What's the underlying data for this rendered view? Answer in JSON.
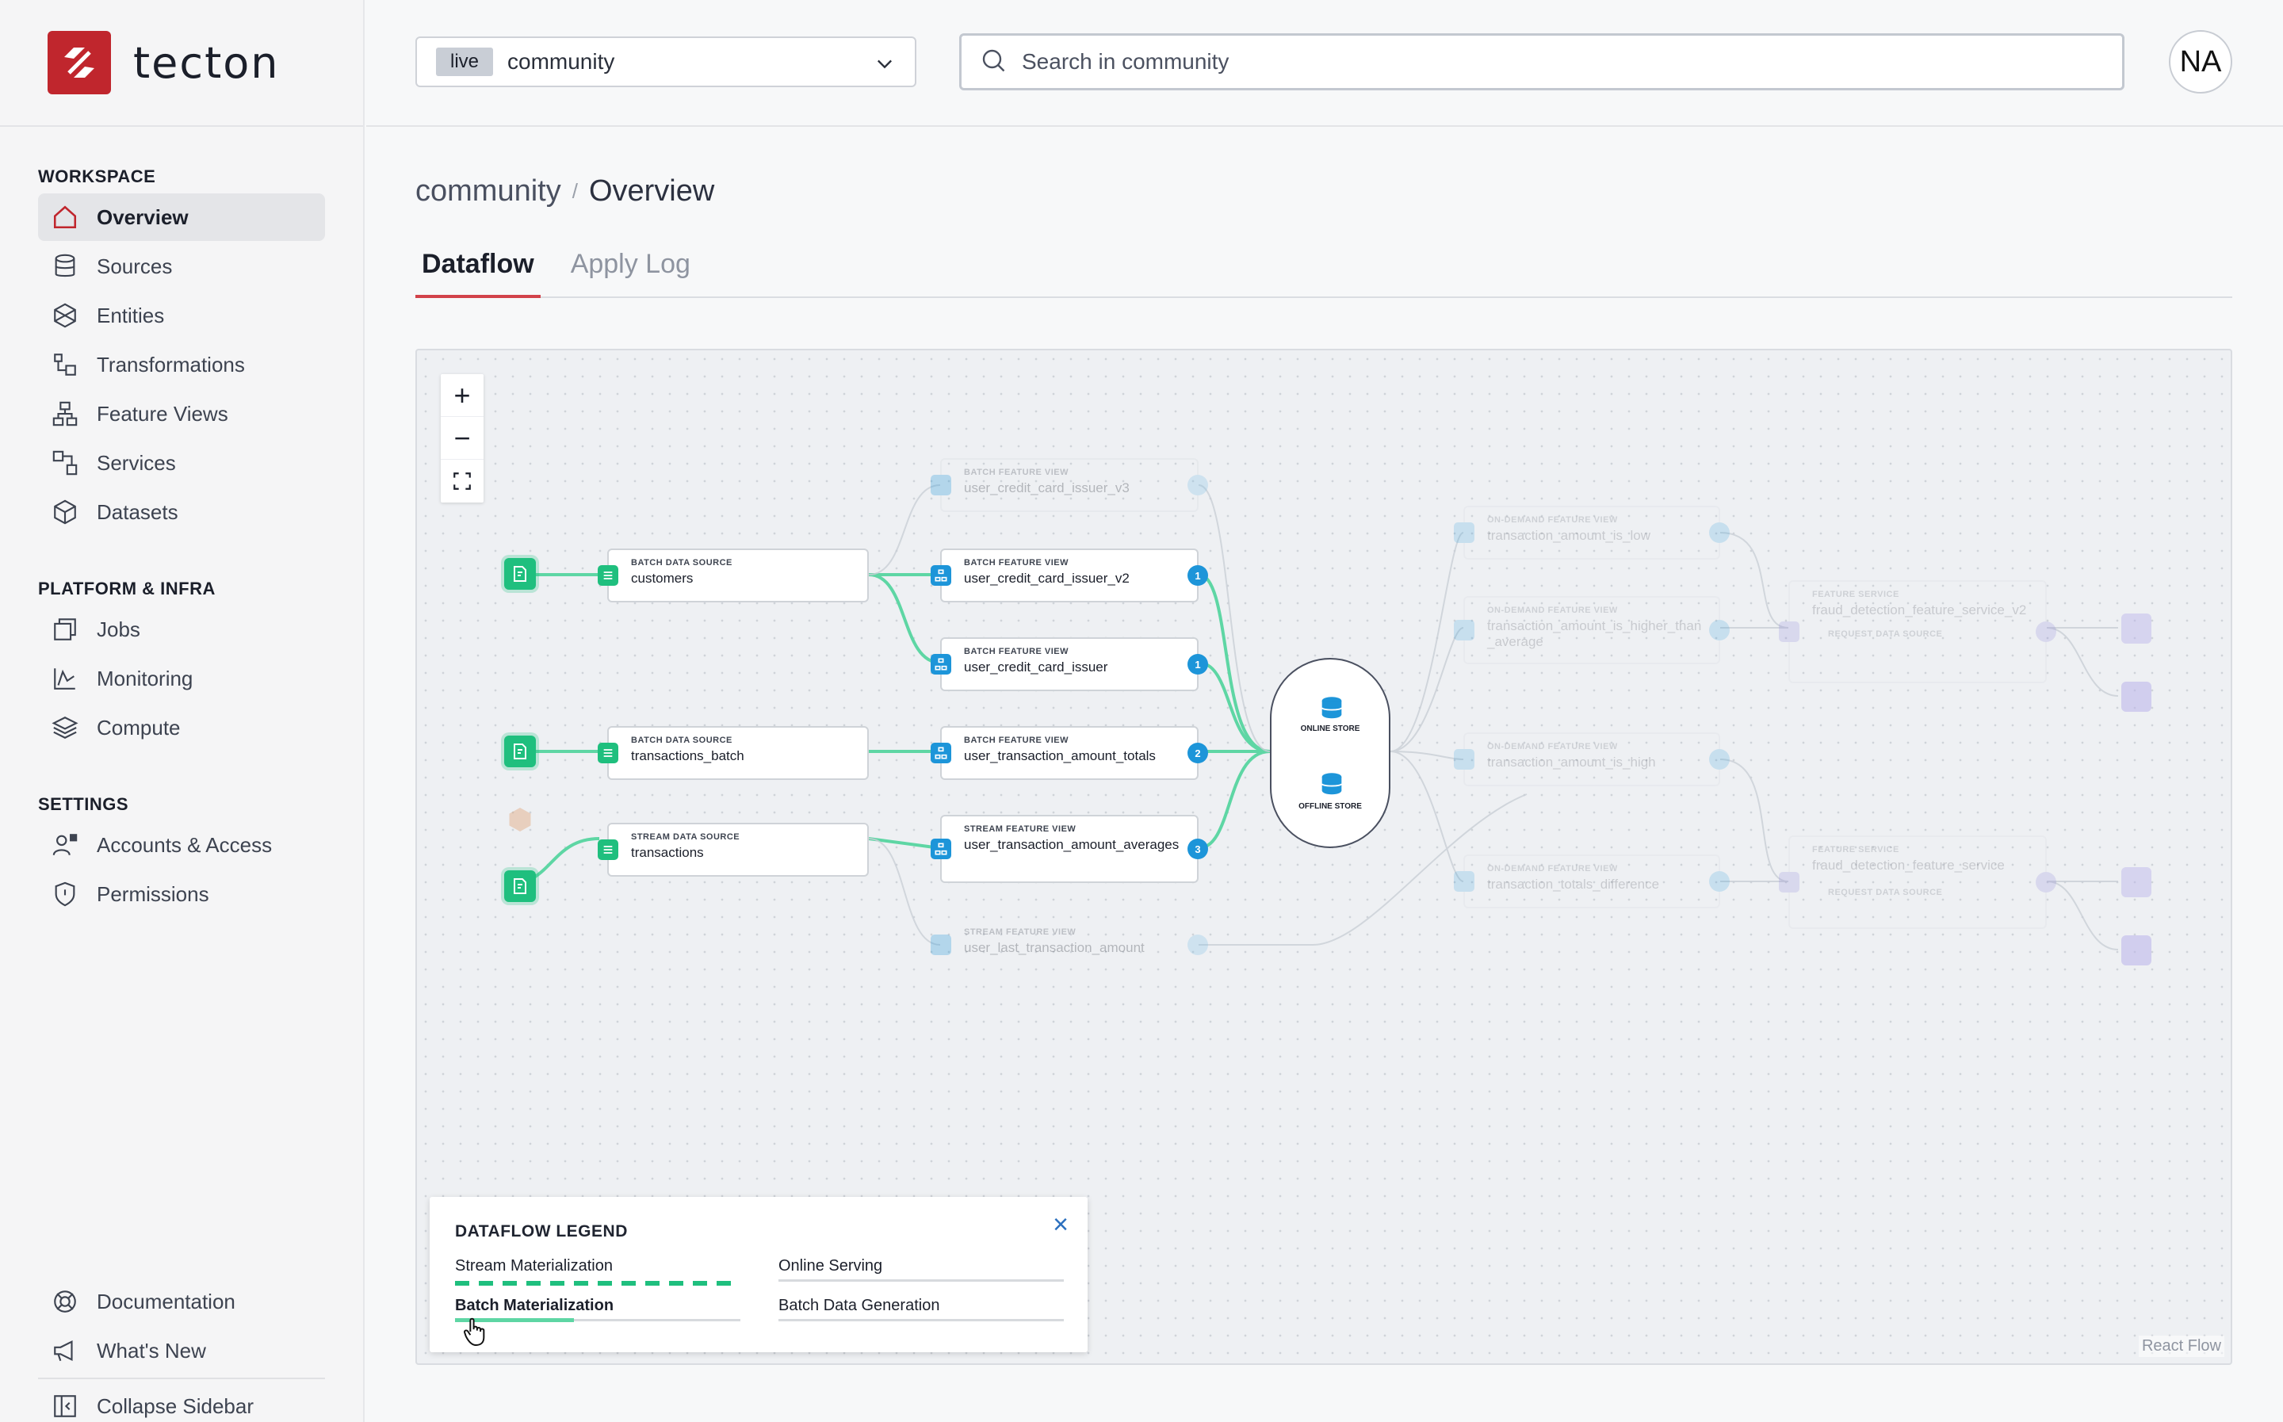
{
  "app": {
    "logo_text": "tecton"
  },
  "header": {
    "workspace_badge": "live",
    "workspace_name": "community",
    "search_placeholder": "Search in community",
    "avatar_initials": "NA"
  },
  "sidebar": {
    "sections": [
      {
        "heading": "WORKSPACE",
        "items": [
          {
            "label": "Overview",
            "icon": "home-icon",
            "active": true
          },
          {
            "label": "Sources",
            "icon": "database-icon"
          },
          {
            "label": "Entities",
            "icon": "entities-icon"
          },
          {
            "label": "Transformations",
            "icon": "transformations-icon"
          },
          {
            "label": "Feature Views",
            "icon": "feature-views-icon"
          },
          {
            "label": "Services",
            "icon": "services-icon"
          },
          {
            "label": "Datasets",
            "icon": "cube-icon"
          }
        ]
      },
      {
        "heading": "PLATFORM & INFRA",
        "items": [
          {
            "label": "Jobs",
            "icon": "jobs-icon"
          },
          {
            "label": "Monitoring",
            "icon": "monitoring-icon"
          },
          {
            "label": "Compute",
            "icon": "layers-icon"
          }
        ]
      },
      {
        "heading": "SETTINGS",
        "items": [
          {
            "label": "Accounts & Access",
            "icon": "user-lock-icon"
          },
          {
            "label": "Permissions",
            "icon": "shield-icon"
          }
        ]
      }
    ],
    "bottom": [
      {
        "label": "Documentation",
        "icon": "lifebuoy-icon"
      },
      {
        "label": "What's New",
        "icon": "megaphone-icon"
      },
      {
        "label": "Collapse Sidebar",
        "icon": "collapse-icon"
      }
    ]
  },
  "main": {
    "breadcrumb_workspace": "community",
    "breadcrumb_page": "Overview",
    "tabs": [
      {
        "label": "Dataflow",
        "active": true
      },
      {
        "label": "Apply Log",
        "active": false
      }
    ]
  },
  "dataflow": {
    "nodes": {
      "ds_customers": {
        "type": "BATCH DATA SOURCE",
        "name": "customers"
      },
      "ds_transactions_batch": {
        "type": "BATCH DATA SOURCE",
        "name": "transactions_batch"
      },
      "ds_transactions": {
        "type": "STREAM DATA SOURCE",
        "name": "transactions"
      },
      "fv_issuer_v3": {
        "type": "BATCH FEATURE VIEW",
        "name": "user_credit_card_issuer_v3"
      },
      "fv_issuer_v2": {
        "type": "BATCH FEATURE VIEW",
        "name": "user_credit_card_issuer_v2",
        "count": "1"
      },
      "fv_issuer": {
        "type": "BATCH FEATURE VIEW",
        "name": "user_credit_card_issuer",
        "count": "1"
      },
      "fv_totals": {
        "type": "BATCH FEATURE VIEW",
        "name": "user_transaction_amount_totals",
        "count": "2"
      },
      "fv_averages": {
        "type": "STREAM FEATURE VIEW",
        "name": "user_transaction_amount_averages",
        "count": "3"
      },
      "fv_last": {
        "type": "STREAM FEATURE VIEW",
        "name": "user_last_transaction_amount"
      },
      "od_low": {
        "type": "ON-DEMAND FEATURE VIEW",
        "name": "transaction_amount_is_low"
      },
      "od_higher": {
        "type": "ON-DEMAND FEATURE VIEW",
        "name": "transaction_amount_is_higher_than_average"
      },
      "od_high": {
        "type": "ON-DEMAND FEATURE VIEW",
        "name": "transaction_amount_is_high"
      },
      "od_diff": {
        "type": "ON-DEMAND FEATURE VIEW",
        "name": "transaction_totals_difference"
      },
      "fs_v2": {
        "type": "FEATURE SERVICE",
        "name": "fraud_detection_feature_service_v2",
        "sub": "REQUEST DATA SOURCE"
      },
      "fs_v1": {
        "type": "FEATURE SERVICE",
        "name": "fraud_detection_feature_service",
        "sub": "REQUEST DATA SOURCE"
      }
    },
    "store": {
      "online": "ONLINE STORE",
      "offline": "OFFLINE STORE"
    },
    "legend": {
      "title": "DATAFLOW LEGEND",
      "stream": "Stream Materialization",
      "batch": "Batch Materialization",
      "online": "Online Serving",
      "batch_gen": "Batch Data Generation"
    },
    "attribution": "React Flow",
    "colors": {
      "edge": "#5ed6a4",
      "accent": "#d2424a",
      "feature_view": "#1d95d9",
      "data_source": "#1fbf7e"
    }
  }
}
